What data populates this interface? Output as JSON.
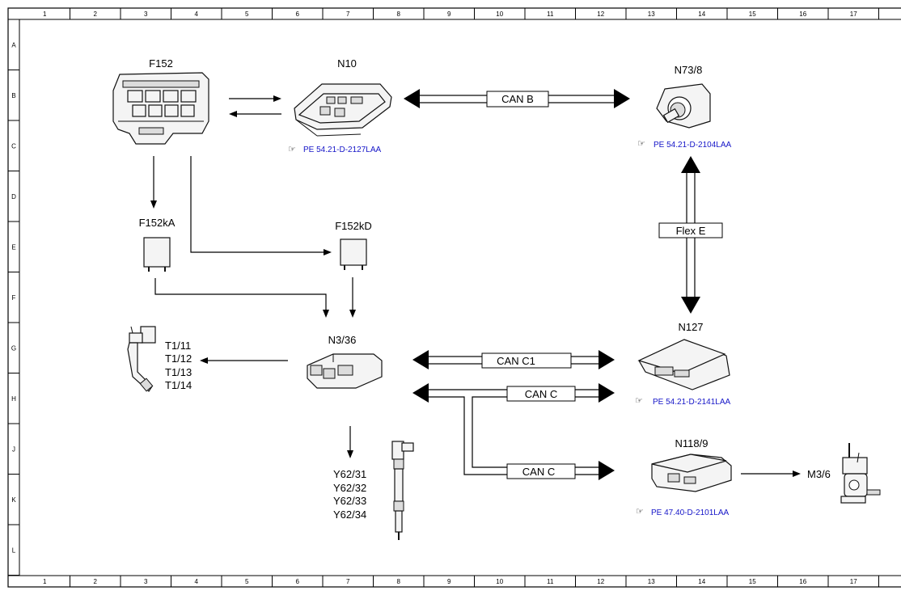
{
  "grid": {
    "columns": [
      "1",
      "2",
      "3",
      "4",
      "5",
      "6",
      "7",
      "8",
      "9",
      "10",
      "11",
      "12",
      "13",
      "14",
      "15",
      "16",
      "17"
    ],
    "rows": [
      "A",
      "B",
      "C",
      "D",
      "E",
      "F",
      "G",
      "H",
      "J",
      "K",
      "L"
    ]
  },
  "components": {
    "f152": "F152",
    "n10": "N10",
    "n73_8": "N73/8",
    "f152ka": "F152kA",
    "f152kd": "F152kD",
    "n3_36": "N3/36",
    "n127": "N127",
    "n118_9": "N118/9",
    "m3_6": "M3/6",
    "t1_11": "T1/11",
    "t1_12": "T1/12",
    "t1_13": "T1/13",
    "t1_14": "T1/14",
    "y62_31": "Y62/31",
    "y62_32": "Y62/32",
    "y62_33": "Y62/33",
    "y62_34": "Y62/34"
  },
  "buses": {
    "can_b": "CAN B",
    "flex_e": "Flex E",
    "can_c1": "CAN C1",
    "can_c_upper": "CAN C",
    "can_c_lower": "CAN C"
  },
  "references": {
    "n10": "PE 54.21-D-2127LAA",
    "n73_8": "PE 54.21-D-2104LAA",
    "n127": "PE 54.21-D-2141LAA",
    "n118_9": "PE 47.40-D-2101LAA"
  },
  "icons": {
    "reference": "pointing-hand-icon"
  }
}
